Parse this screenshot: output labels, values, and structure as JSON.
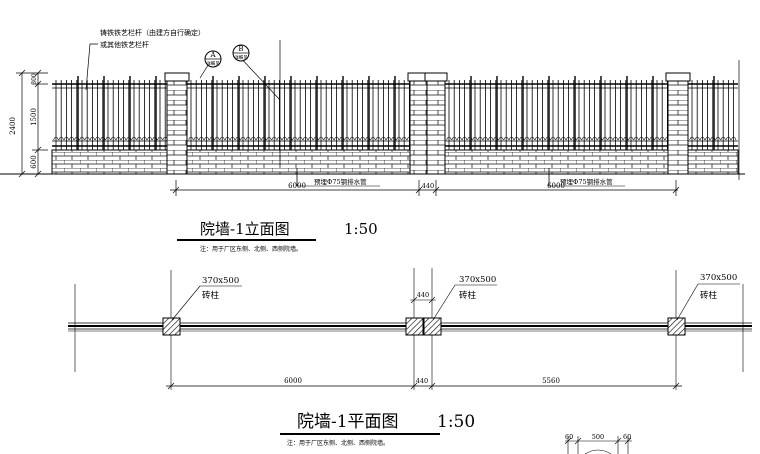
{
  "elevation": {
    "note_railing_1": "铸铁铁艺栏杆（由建方自行确定）",
    "note_railing_2": "或其他铁艺栏杆",
    "tag_a_letter": "A",
    "tag_a_sub": "详细见",
    "tag_b_letter": "B",
    "tag_b_sub": "详细见",
    "dim_total": "2400",
    "dim_cap": "300",
    "dim_rail": "1500",
    "dim_base": "600",
    "drain_label_1": "预埋Φ75钢排水管",
    "drain_label_2": "预埋Φ75钢排水管",
    "span_1": "6000",
    "pillar_gap": "440",
    "span_2": "6000",
    "title": "院墙-1立面图",
    "scale": "1:50",
    "note": "注：用于厂区东侧、北侧、西侧院墙。"
  },
  "plan": {
    "pillar_size_1": "370x500",
    "pillar_name_1": "砖柱",
    "pillar_size_2": "370x500",
    "pillar_name_2": "砖柱",
    "pillar_size_3": "370x500",
    "pillar_name_3": "砖柱",
    "gap_top": "440",
    "span_1": "6000",
    "pillar_gap": "440",
    "span_2": "5560",
    "title": "院墙-1平面图",
    "scale": "1:50",
    "note": "注：用于厂区东侧、北侧、西侧院墙。"
  },
  "detail": {
    "dim_left": "60",
    "dim_mid": "500",
    "dim_right": "60"
  }
}
